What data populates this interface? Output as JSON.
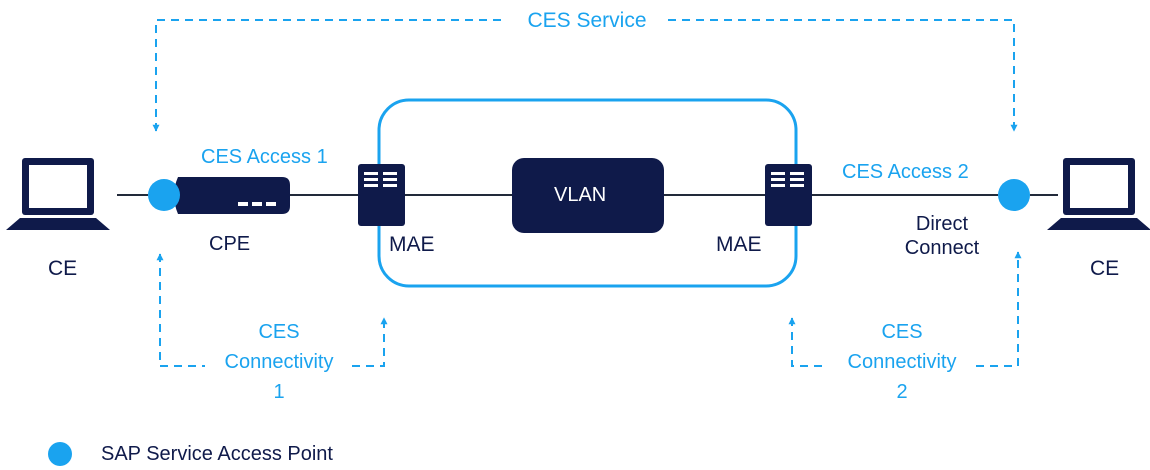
{
  "diagram": {
    "top_label": "CES Service",
    "vlan_label": "VLAN",
    "left": {
      "ce_label": "CE",
      "cpe_label": "CPE",
      "access_label": "CES Access 1",
      "mae_label": "MAE",
      "connectivity": [
        "CES",
        "Connectivity",
        "1"
      ]
    },
    "right": {
      "ce_label": "CE",
      "direct_connect": [
        "Direct",
        "Connect"
      ],
      "access_label": "CES Access 2",
      "mae_label": "MAE",
      "connectivity": [
        "CES",
        "Connectivity",
        "2"
      ]
    },
    "legend": {
      "label": "SAP Service Access Point"
    },
    "colors": {
      "accent": "#1aa3ef",
      "dark": "#0f1a4a",
      "line": "#222a3a"
    }
  }
}
